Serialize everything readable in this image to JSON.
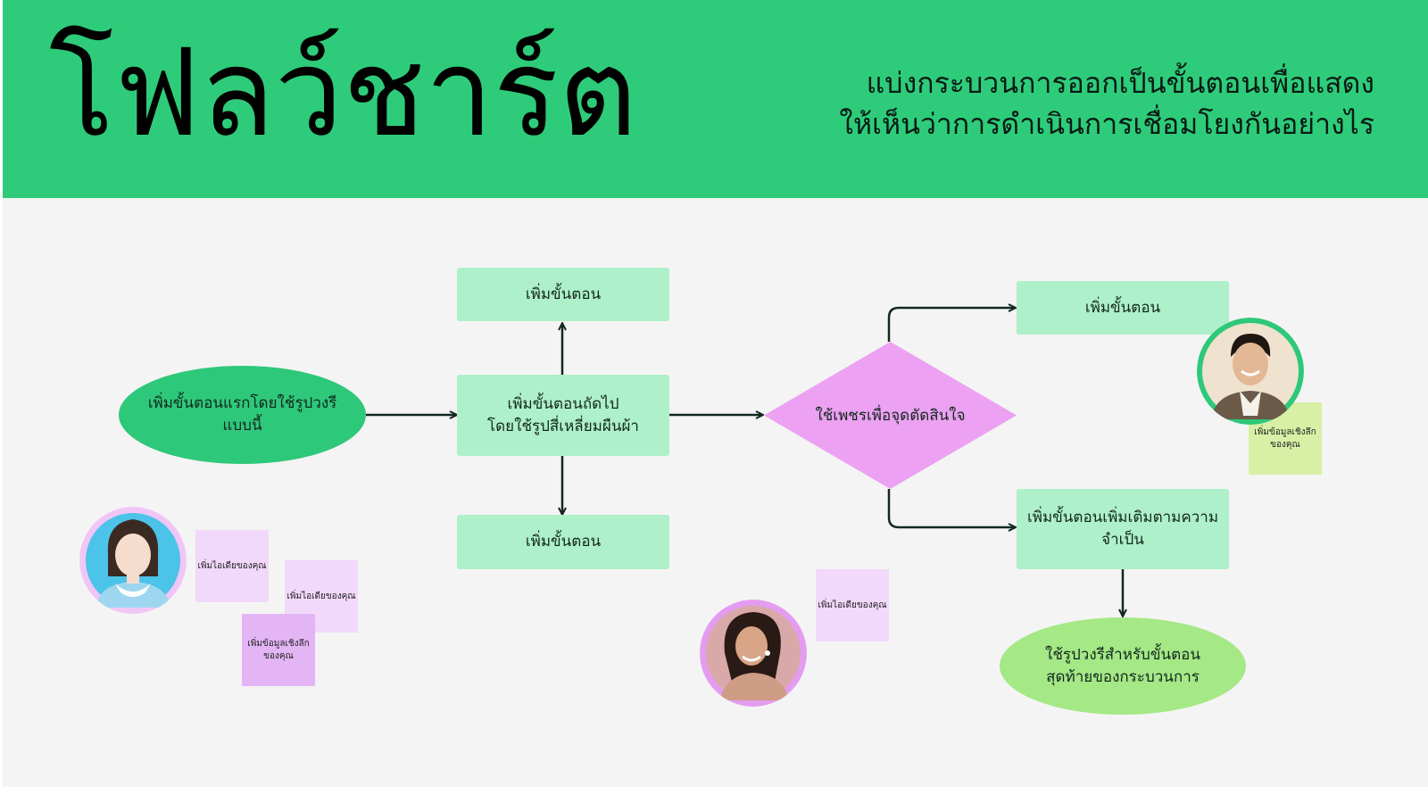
{
  "header": {
    "title": "โฟลว์ชาร์ต",
    "subtitle_line1": "แบ่งกระบวนการออกเป็นขั้นตอนเพื่อแสดง",
    "subtitle_line2": "ให้เห็นว่าการดำเนินการเชื่อมโยงกันอย่างไร"
  },
  "flow": {
    "start": {
      "line1": "เพิ่มขั้นตอนแรกโดยใช้รูปวงรี",
      "line2": "แบบนี้"
    },
    "step_top": {
      "label": "เพิ่มขั้นตอน"
    },
    "step_middle": {
      "line1": "เพิ่มขั้นตอนถัดไป",
      "line2": "โดยใช้รูปสี่เหลี่ยมผืนผ้า"
    },
    "step_bottom": {
      "label": "เพิ่มขั้นตอน"
    },
    "decision": {
      "label": "ใช้เพชรเพื่อจุดตัดสินใจ"
    },
    "branch_top": {
      "label": "เพิ่มขั้นตอน"
    },
    "branch_bottom": {
      "line1": "เพิ่มขั้นตอนเพิ่มเติมตามความ",
      "line2": "จำเป็น"
    },
    "end": {
      "line1": "ใช้รูปวงรีสำหรับขั้นตอน",
      "line2": "สุดท้ายของกระบวนการ"
    }
  },
  "notes": {
    "left_idea_1": "เพิ่มไอเดียของคุณ",
    "left_idea_2": "เพิ่มไอเดียของคุณ",
    "left_insight": {
      "line1": "เพิ่มข้อมูลเชิงลึก",
      "line2": "ของคุณ"
    },
    "center_idea": "เพิ่มไอเดียของคุณ",
    "right_insight": {
      "line1": "เพิ่มข้อมูลเชิงลึก",
      "line2": "ของคุณ"
    }
  },
  "colors": {
    "header_green": "#2ecc7a",
    "step_mint": "#aef0c9",
    "start_green": "#2ec87a",
    "end_lime": "#a5e886",
    "decision_pink": "#eca1f2",
    "arrow_dark": "#12281e"
  },
  "avatars": {
    "left": {
      "icon": "person-photo-woman",
      "ring": "#f0c6f7"
    },
    "center": {
      "icon": "person-photo-woman",
      "ring": "#e49cf0"
    },
    "right": {
      "icon": "person-photo-man",
      "ring": "#2ec87a"
    }
  }
}
